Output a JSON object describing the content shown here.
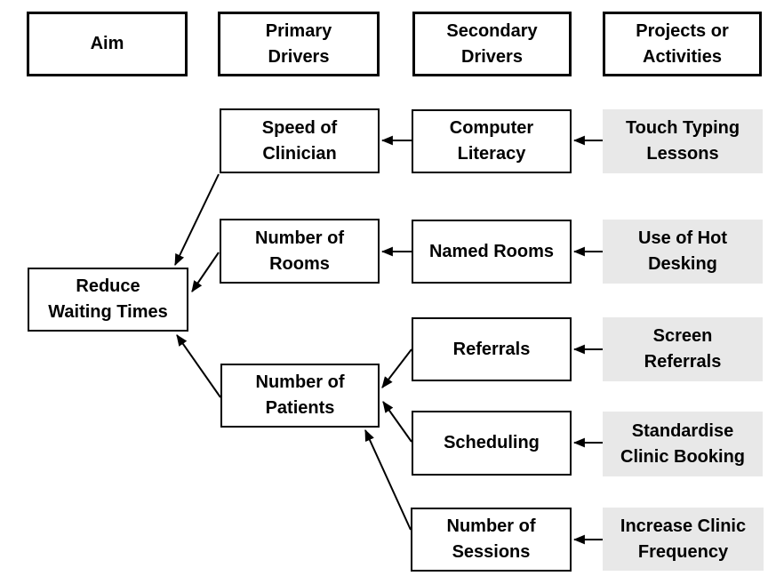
{
  "headers": {
    "aim": "Aim",
    "primary": "Primary\nDrivers",
    "secondary": "Secondary\nDrivers",
    "projects": "Projects or\nActivities"
  },
  "aim": {
    "label": "Reduce\nWaiting Times"
  },
  "primary_drivers": {
    "speed": "Speed of\nClinician",
    "rooms": "Number of\nRooms",
    "patients": "Number of\nPatients"
  },
  "secondary_drivers": {
    "computer": "Computer\nLiteracy",
    "named_rooms": "Named Rooms",
    "referrals": "Referrals",
    "scheduling": "Scheduling",
    "sessions": "Number of\nSessions"
  },
  "projects": {
    "touch_typing": "Touch Typing\nLessons",
    "hot_desking": "Use of Hot\nDesking",
    "screen_referrals": "Screen\nReferrals",
    "standardise": "Standardise\nClinic Booking",
    "increase_frequency": "Increase Clinic\nFrequency"
  },
  "colors": {
    "border": "#000000",
    "text": "#000000",
    "project_fill": "#e8e8e8",
    "background": "#ffffff"
  }
}
